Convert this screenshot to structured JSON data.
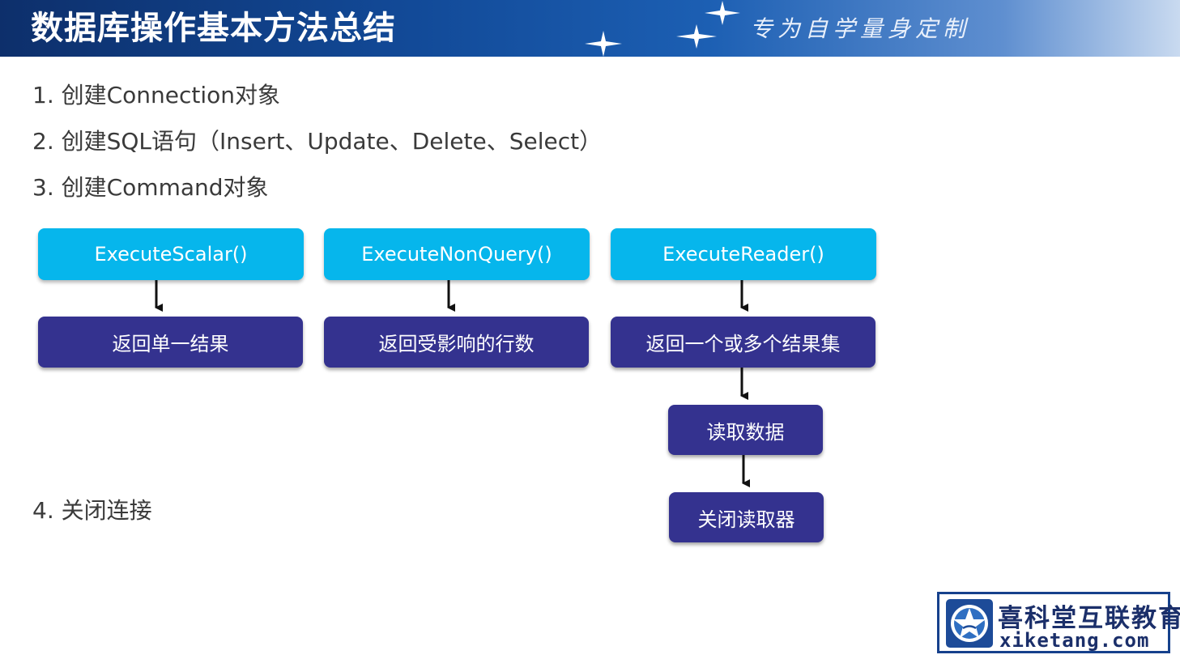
{
  "header": {
    "title": "数据库操作基本方法总结",
    "tagline": "专为自学量身定制"
  },
  "steps": [
    "1. 创建Connection对象",
    "2. 创建SQL语句（Insert、Update、Delete、Select）",
    "3. 创建Command对象",
    "4. 关闭连接"
  ],
  "flow": {
    "methods": [
      "ExecuteScalar()",
      "ExecuteNonQuery()",
      "ExecuteReader()"
    ],
    "results": [
      "返回单一结果",
      "返回受影响的行数",
      "返回一个或多个结果集"
    ],
    "reader_steps": [
      "读取数据",
      "关闭读取器"
    ]
  },
  "logo": {
    "name_cn": "喜科堂互联教育",
    "domain": "xiketang.com"
  },
  "colors": {
    "method_box": "#06b6ec",
    "result_box": "#34328f",
    "header_bg": "#124a98"
  }
}
